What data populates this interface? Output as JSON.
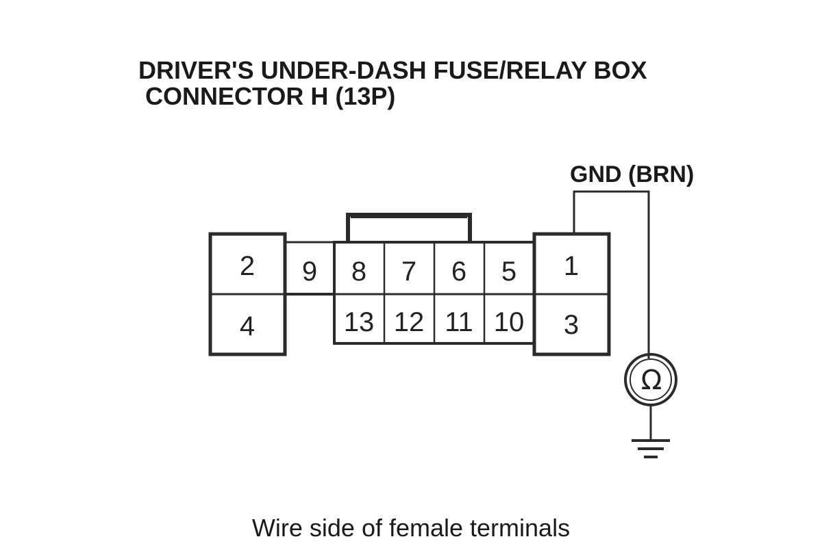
{
  "title": {
    "line1": "DRIVER'S UNDER-DASH FUSE/RELAY BOX",
    "line2": "CONNECTOR H (13P)"
  },
  "wire_label": "GND (BRN)",
  "caption": "Wire side of female terminals",
  "meter_symbol": "Ω",
  "icons": {
    "meter": "ohmmeter-icon",
    "ground": "ground-icon"
  },
  "connector": {
    "pins": {
      "p1": "1",
      "p2": "2",
      "p3": "3",
      "p4": "4",
      "p5": "5",
      "p6": "6",
      "p7": "7",
      "p8": "8",
      "p9": "9",
      "p10": "10",
      "p11": "11",
      "p12": "12",
      "p13": "13"
    }
  },
  "colors": {
    "line": "#2a2a2a",
    "cell_fill": "#ffffff"
  }
}
